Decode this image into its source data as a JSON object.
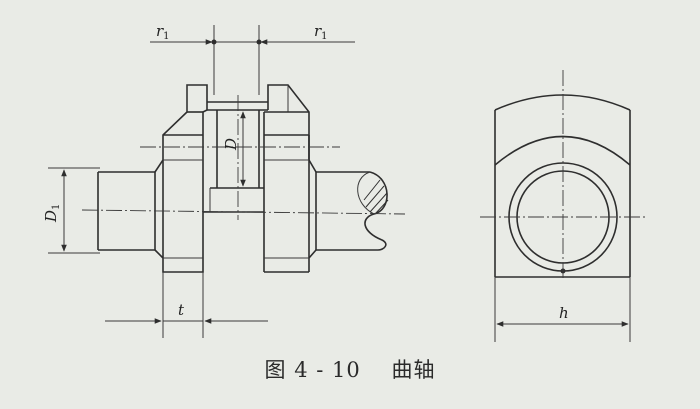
{
  "caption": {
    "figure_number": "图 4 - 10",
    "title": "曲轴"
  },
  "dimensions": {
    "r1_left": {
      "symbol": "r",
      "subscript": "1"
    },
    "r1_right": {
      "symbol": "r",
      "subscript": "1"
    },
    "D": {
      "symbol": "D"
    },
    "D1": {
      "symbol": "D",
      "subscript": "1"
    },
    "t": {
      "symbol": "t"
    },
    "h": {
      "symbol": "h"
    }
  }
}
